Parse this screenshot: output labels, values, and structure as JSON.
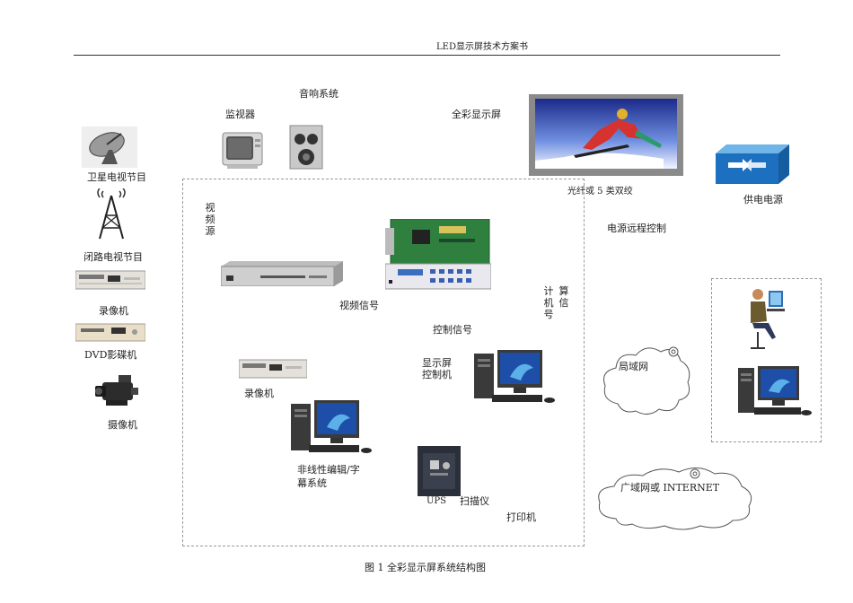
{
  "header": {
    "title": "LED显示屏技术方案书"
  },
  "labels": {
    "audio_system": "音响系统",
    "monitor": "监视器",
    "full_color_screen": "全彩显示屏",
    "satellite_tv": "卫星电视节目",
    "fiber_twisted_pair": "光纤或 5 类双绞",
    "power_supply": "供电电源",
    "video_source": "视频源",
    "power_remote_control": "电源远程控制",
    "cctv": "闭路电视节目",
    "vcr_left": "录像机",
    "video_signal": "视频信号",
    "computer_signal_col1": "计机号",
    "computer_signal_col2": "算信",
    "control_signal": "控制信号",
    "dvd_player": "DVD影碟机",
    "display_controller": "显示屏控制机",
    "vcr_inner": "录像机",
    "lan": "局域网",
    "camcorder": "摄像机",
    "nonlinear_editing": "非线性编辑/字幕系统",
    "ups": "UPS",
    "scanner": "扫描仪",
    "wan": "广域网或 INTERNET",
    "printer": "打印机",
    "caption": "图 1 全彩显示屏系统结构图"
  }
}
